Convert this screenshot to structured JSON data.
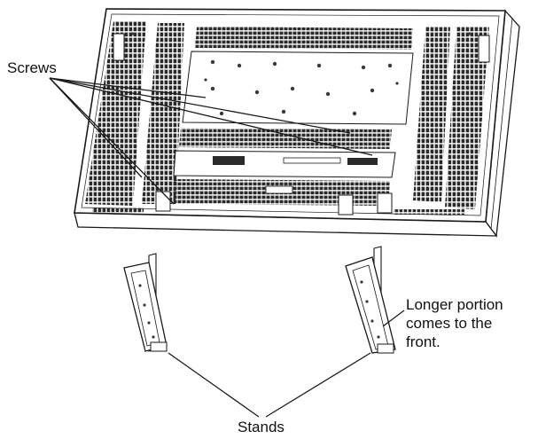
{
  "labels": {
    "screws": "Screws",
    "stands": "Stands",
    "note_lines": [
      "Longer portion",
      "comes to the",
      "front."
    ]
  },
  "colors": {
    "line": "#1a1a1a",
    "panel_fill": "#ffffff",
    "vent": "#2a2a2a",
    "hole": "#3a3a3a"
  }
}
